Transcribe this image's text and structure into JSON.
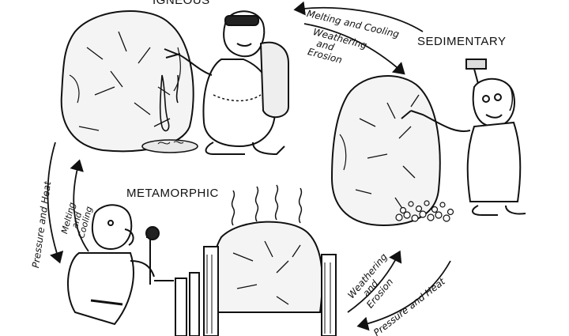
{
  "diagram": {
    "stages": {
      "igneous": "IGNEOUS",
      "sedimentary": "SEDIMENTARY",
      "metamorphic": "METAMORPHIC"
    },
    "processes": {
      "top_melting": "Melting and Cooling",
      "top_weathering_line1": "Weathering",
      "top_weathering_line2": "and",
      "top_weathering_line3": "Erosion",
      "left_pressure": "Pressure and Heat",
      "left_melting_line1": "Melting",
      "left_melting_line2": "and",
      "left_melting_line3": "Cooling",
      "bottom_weathering_line1": "Weathering",
      "bottom_weathering_line2": "and",
      "bottom_weathering_line3": "Erosion",
      "bottom_pressure": "Pressure and Heat"
    },
    "colors": {
      "ink": "#111111",
      "paper": "#ffffff"
    }
  }
}
